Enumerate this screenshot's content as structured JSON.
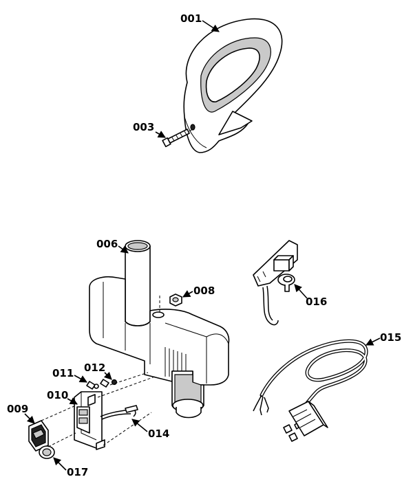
{
  "diagram": {
    "callouts": {
      "c001": "001",
      "c003": "003",
      "c006": "006",
      "c008": "008",
      "c016": "016",
      "c015": "015",
      "c011": "011",
      "c012": "012",
      "c010": "010",
      "c009": "009",
      "c014": "014",
      "c017": "017"
    }
  }
}
